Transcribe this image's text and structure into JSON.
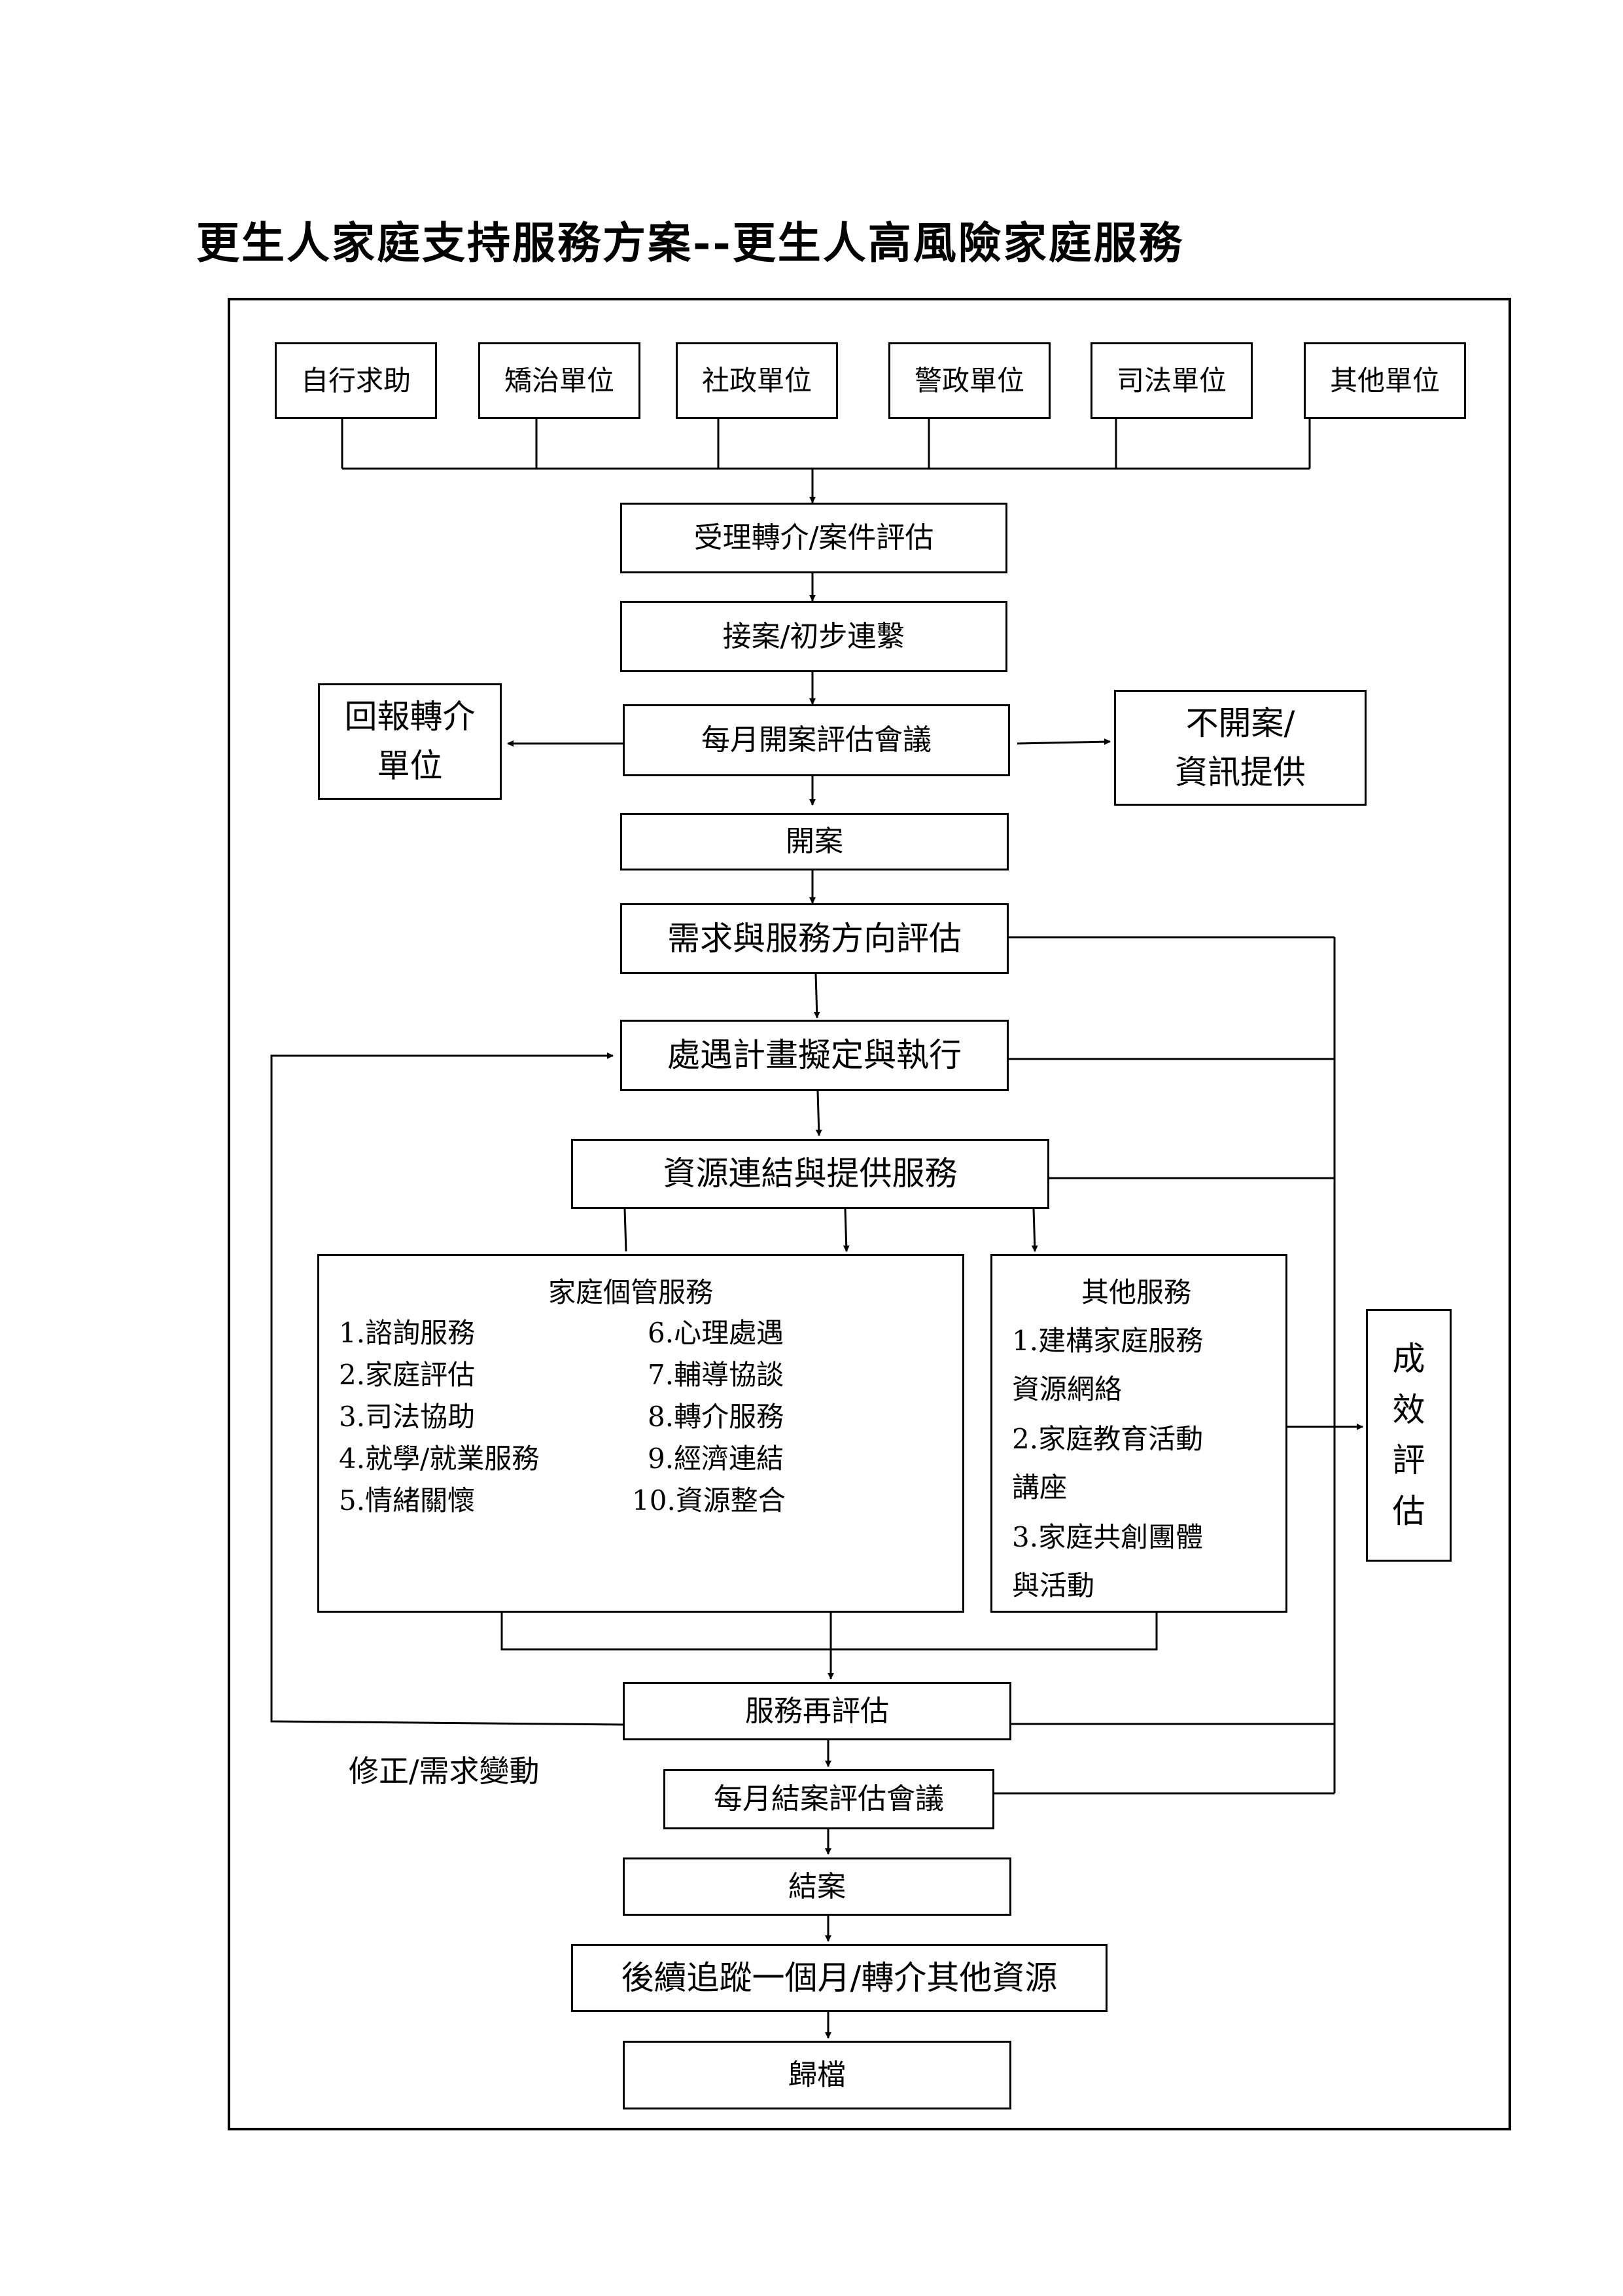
{
  "title": "更生人家庭支持服務方案--更生人高風險家庭服務",
  "sources": [
    "自行求助",
    "矯治單位",
    "社政單位",
    "警政單位",
    "司法單位",
    "其他單位"
  ],
  "steps": {
    "intake": "受理轉介/案件評估",
    "contact": "接案/初步連繫",
    "monthly_open_meeting": "每月開案評估會議",
    "report_back": [
      "回報轉介",
      "單位"
    ],
    "no_open": [
      "不開案/",
      "資訊提供"
    ],
    "open_case": "開案",
    "needs_assessment": "需求與服務方向評估",
    "plan": "處遇計畫擬定與執行",
    "resources": "資源連結與提供服務",
    "reassess": "服務再評估",
    "revision_label": "修正/需求變動",
    "monthly_close_meeting": "每月結案評估會議",
    "close_case": "結案",
    "followup": "後續追蹤一個月/轉介其他資源",
    "archive": "歸檔"
  },
  "family_case": {
    "title": "家庭個管服務",
    "left": [
      "1.諮詢服務",
      "2.家庭評估",
      "3.司法協助",
      "4.就學/就業服務",
      "5.情緒關懷"
    ],
    "right": [
      "6.心理處遇",
      "7.輔導協談",
      "8.轉介服務",
      "9.經濟連結",
      "10.資源整合"
    ]
  },
  "other_services": {
    "title": "其他服務",
    "lines": [
      "1.建構家庭服務",
      "資源網絡",
      "2.家庭教育活動",
      "講座",
      "3.家庭共創團體",
      "與活動"
    ]
  },
  "evaluation": [
    "成",
    "效",
    "評",
    "估"
  ]
}
